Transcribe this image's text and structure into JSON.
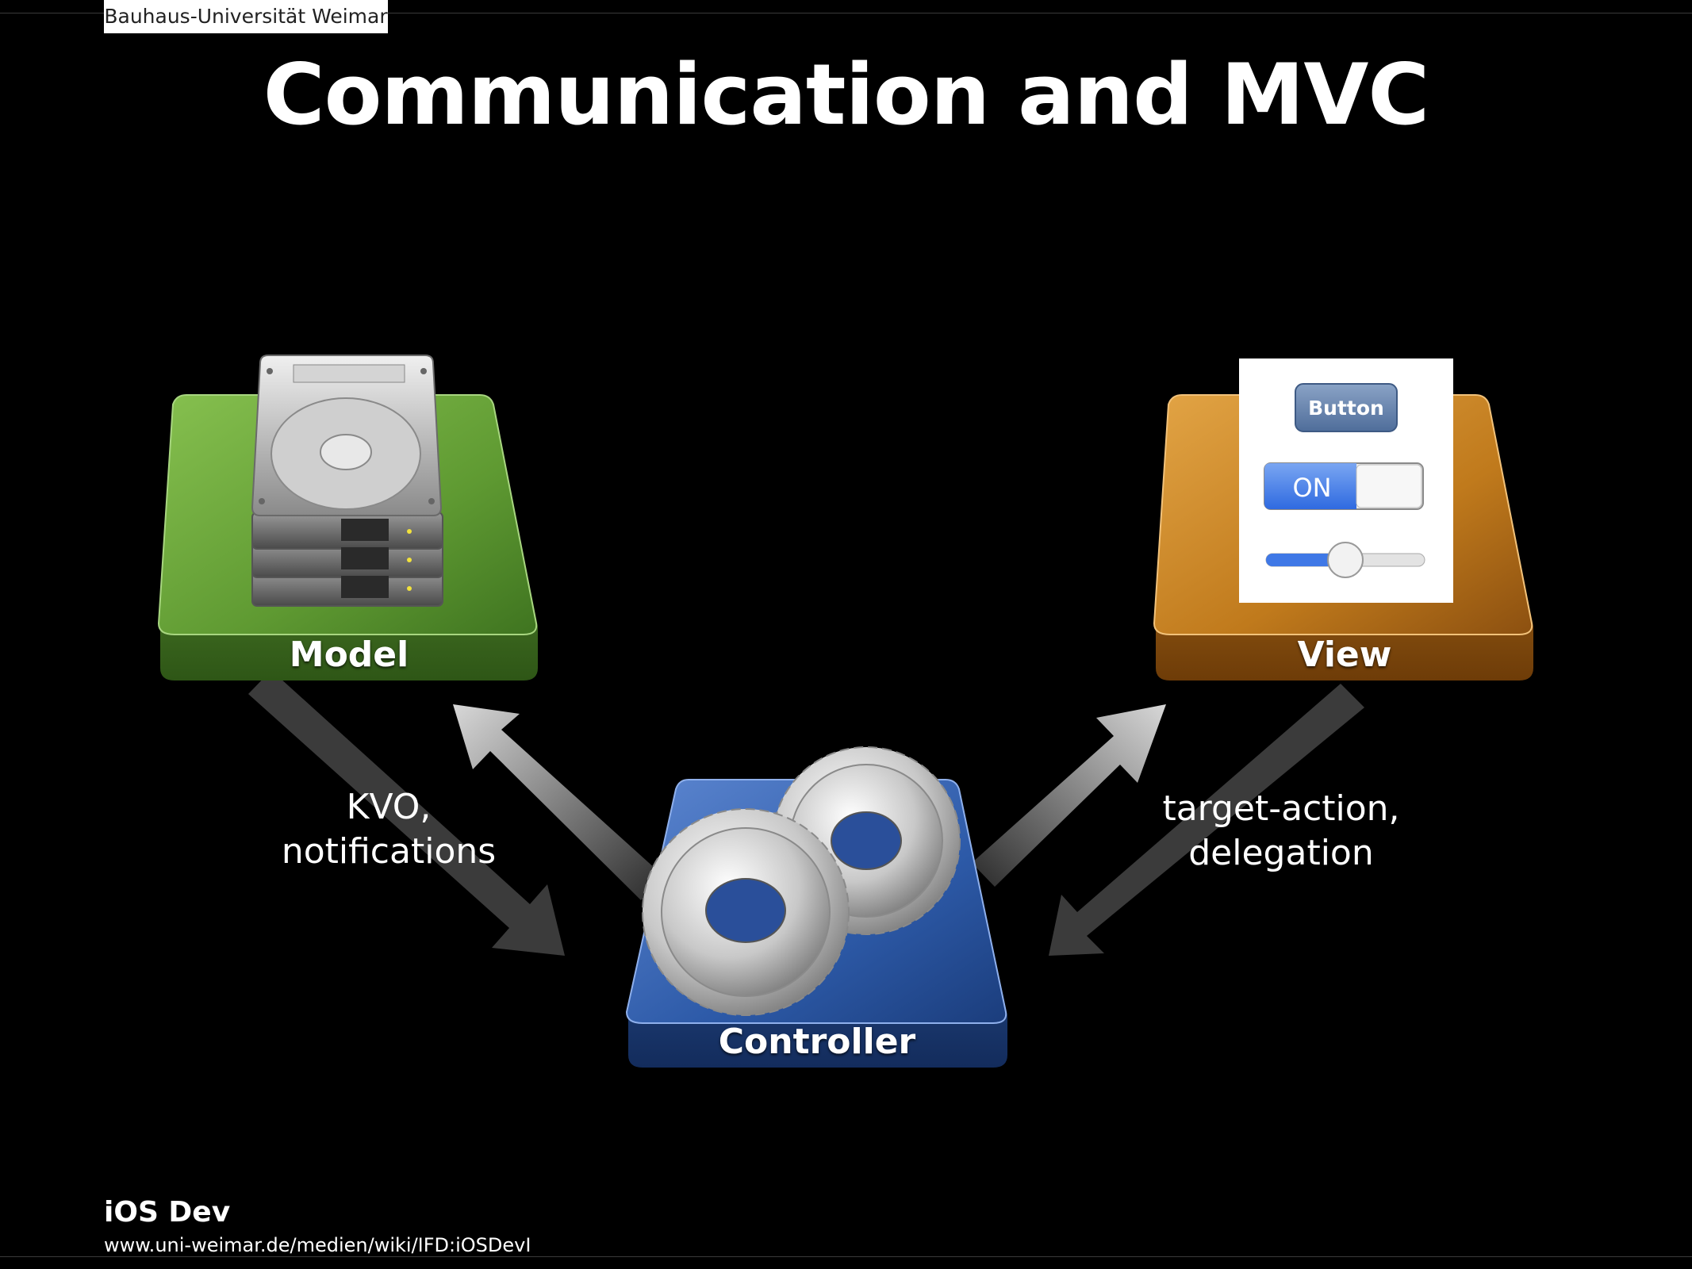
{
  "header": {
    "institution": "Bauhaus-Universität Weimar",
    "title": "Communication and MVC"
  },
  "diagram": {
    "model": {
      "label": "Model",
      "icon": "hard-drive-stack-icon",
      "color": "#5f9a32"
    },
    "view": {
      "label": "View",
      "icon": "ui-controls-icon",
      "color": "#c07a1c",
      "button_label": "Button",
      "switch_label": "ON",
      "slider_value": 0.5
    },
    "controller": {
      "label": "Controller",
      "icon": "gears-icon",
      "color": "#2d5aa8"
    },
    "model_controller_label": [
      "KVO,",
      "notifications"
    ],
    "view_controller_label": [
      "target-action,",
      "delegation"
    ]
  },
  "footer": {
    "course": "iOS Dev",
    "url": "www.uni-weimar.de/medien/wiki/IFD:iOSDevI"
  }
}
